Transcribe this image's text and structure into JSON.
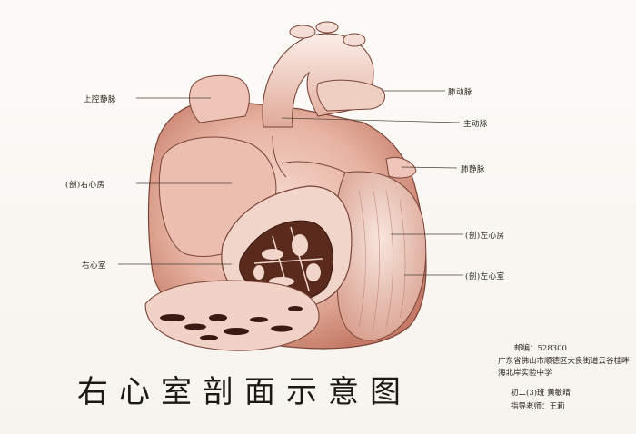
{
  "labels": {
    "svc": "上腔静脉",
    "pa": "肺动脉",
    "aorta": "主动脉",
    "pv": "肺静脉",
    "ra": "(剖)右心房",
    "la": "(剖)左心房",
    "rv": "右心室",
    "lv": "(剖)左心室"
  },
  "title": "右心室剖面示意图",
  "info": {
    "postcode": "邮编：528300",
    "address": "广东省佛山市顺德区大良街道云谷桂畔海北岸实验中学",
    "class_author": "初二(3)班  黄敏晴",
    "teacher": "指导老师：王莉"
  },
  "colors": {
    "ink": "#2a2420",
    "flesh": "#e8b8a8",
    "shade": "#b86a58",
    "dark": "#3a1a12"
  }
}
